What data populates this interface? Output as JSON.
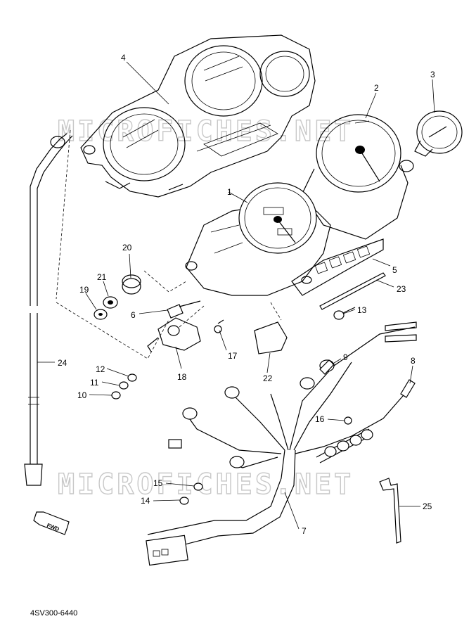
{
  "diagram": {
    "watermark": "MICROFICHES.NET",
    "part_code": "4SV300-6440",
    "fwd_label": "FWD",
    "callouts": [
      "1",
      "2",
      "3",
      "4",
      "5",
      "6",
      "7",
      "8",
      "9",
      "10",
      "11",
      "12",
      "13",
      "14",
      "15",
      "16",
      "17",
      "18",
      "19",
      "20",
      "21",
      "22",
      "23",
      "24",
      "25"
    ]
  }
}
